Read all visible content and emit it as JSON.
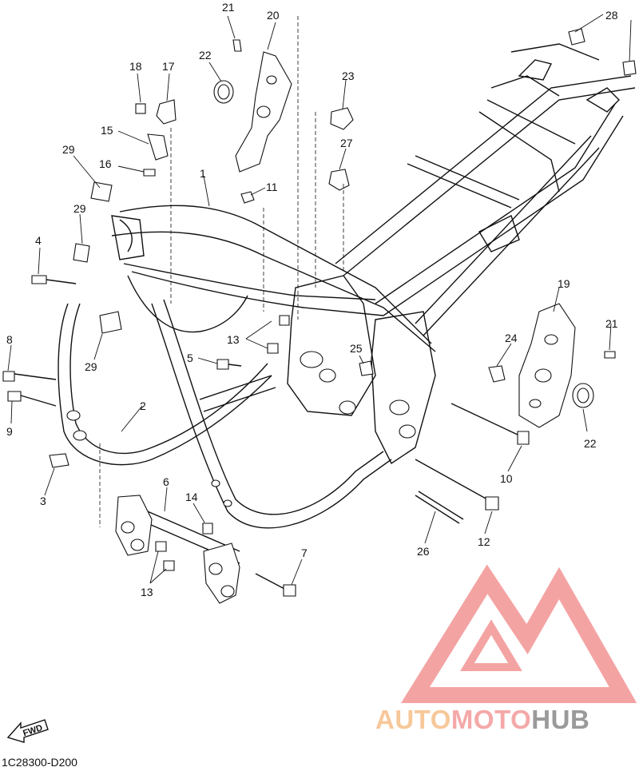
{
  "callouts": [
    {
      "id": "c1",
      "text": "1"
    },
    {
      "id": "c2",
      "text": "2"
    },
    {
      "id": "c3",
      "text": "3"
    },
    {
      "id": "c4",
      "text": "4"
    },
    {
      "id": "c5",
      "text": "5"
    },
    {
      "id": "c6",
      "text": "6"
    },
    {
      "id": "c7",
      "text": "7"
    },
    {
      "id": "c8",
      "text": "8"
    },
    {
      "id": "c9",
      "text": "9"
    },
    {
      "id": "c10",
      "text": "10"
    },
    {
      "id": "c11",
      "text": "11"
    },
    {
      "id": "c12",
      "text": "12"
    },
    {
      "id": "c13a",
      "text": "13"
    },
    {
      "id": "c13b",
      "text": "13"
    },
    {
      "id": "c14",
      "text": "14"
    },
    {
      "id": "c15",
      "text": "15"
    },
    {
      "id": "c16",
      "text": "16"
    },
    {
      "id": "c17",
      "text": "17"
    },
    {
      "id": "c18",
      "text": "18"
    },
    {
      "id": "c19",
      "text": "19"
    },
    {
      "id": "c20",
      "text": "20"
    },
    {
      "id": "c21a",
      "text": "21"
    },
    {
      "id": "c21b",
      "text": "21"
    },
    {
      "id": "c22a",
      "text": "22"
    },
    {
      "id": "c22b",
      "text": "22"
    },
    {
      "id": "c23",
      "text": "23"
    },
    {
      "id": "c24",
      "text": "24"
    },
    {
      "id": "c25",
      "text": "25"
    },
    {
      "id": "c26",
      "text": "26"
    },
    {
      "id": "c27",
      "text": "27"
    },
    {
      "id": "c28",
      "text": "28"
    },
    {
      "id": "c29a",
      "text": "29"
    },
    {
      "id": "c29b",
      "text": "29"
    },
    {
      "id": "c29c",
      "text": "29"
    }
  ],
  "fwd_label": "FWD",
  "drawing_number": "1C28300-D200",
  "watermark": {
    "part1": "AUTO",
    "part2": "MOTO",
    "part3": "HUB",
    "colors": {
      "auto": "#f7c89a",
      "moto": "#f4a8a8",
      "hub": "#9a9a9a",
      "logo": "#f4a3a3"
    }
  }
}
